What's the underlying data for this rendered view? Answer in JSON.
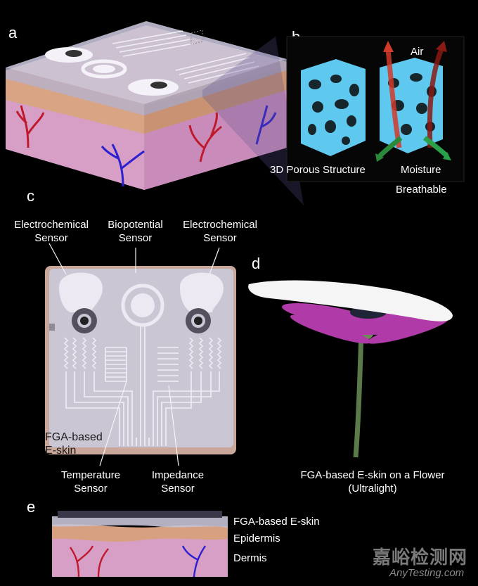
{
  "panels": {
    "a": "a",
    "b": "b",
    "c": "c",
    "d": "d",
    "e": "e"
  },
  "panel_b": {
    "air": "Air",
    "structure": "3D Porous Structure",
    "moisture": "Moisture",
    "breathable": "Breathable"
  },
  "panel_c": {
    "electrochem_left": [
      "Electrochemical",
      "Sensor"
    ],
    "biopotential": [
      "Biopotential",
      "Sensor"
    ],
    "electrochem_right": [
      "Electrochemical",
      "Sensor"
    ],
    "fga": [
      "FGA-based",
      "E-skin"
    ],
    "temperature": [
      "Temperature",
      "Sensor"
    ],
    "impedance": [
      "Impedance",
      "Sensor"
    ]
  },
  "panel_d": {
    "caption": [
      "FGA-based  E-skin on a Flower",
      "(Ultralight)"
    ]
  },
  "panel_e": {
    "eskin": "FGA-based  E-skin",
    "epidermis": "Epidermis",
    "dermis": "Dermis"
  },
  "watermark": {
    "cn": "嘉峪检测网",
    "en": "AnyTesting.com"
  },
  "colors": {
    "skin": "#d9a3c9",
    "epidermis": "#d7a080",
    "sensor": "#e8e4ec",
    "vessel_red": "#c0182c",
    "vessel_blue": "#2b1fd0",
    "foam": "#5ec8ef"
  }
}
